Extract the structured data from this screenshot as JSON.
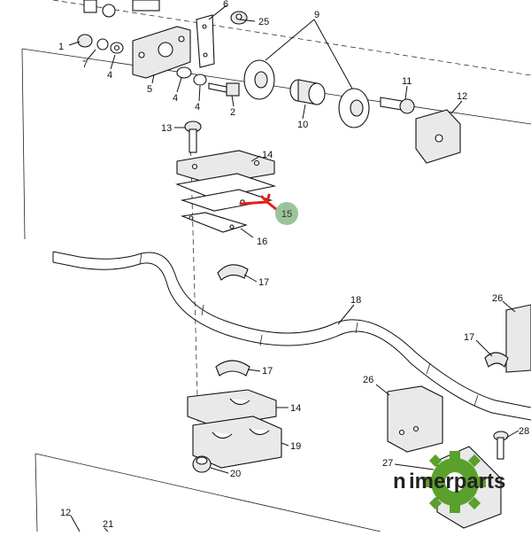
{
  "callouts": [
    {
      "id": "c1",
      "text": "1"
    },
    {
      "id": "c7",
      "text": "7"
    },
    {
      "id": "c4a",
      "text": "4"
    },
    {
      "id": "c5",
      "text": "5"
    },
    {
      "id": "c4b",
      "text": "4"
    },
    {
      "id": "c4c",
      "text": "4"
    },
    {
      "id": "c2",
      "text": "2"
    },
    {
      "id": "c25",
      "text": "25"
    },
    {
      "id": "c6",
      "text": "6"
    },
    {
      "id": "c9",
      "text": "9"
    },
    {
      "id": "c10",
      "text": "10"
    },
    {
      "id": "c11",
      "text": "11"
    },
    {
      "id": "c12a",
      "text": "12"
    },
    {
      "id": "c13",
      "text": "13"
    },
    {
      "id": "c14a",
      "text": "14"
    },
    {
      "id": "c16",
      "text": "16"
    },
    {
      "id": "c17a",
      "text": "17"
    },
    {
      "id": "c18",
      "text": "18"
    },
    {
      "id": "c26a",
      "text": "26"
    },
    {
      "id": "c17b",
      "text": "17"
    },
    {
      "id": "c17c",
      "text": "17"
    },
    {
      "id": "c14b",
      "text": "14"
    },
    {
      "id": "c19",
      "text": "19"
    },
    {
      "id": "c20",
      "text": "20"
    },
    {
      "id": "c26b",
      "text": "26"
    },
    {
      "id": "c28",
      "text": "28"
    },
    {
      "id": "c27",
      "text": "27"
    },
    {
      "id": "c12b",
      "text": "12"
    },
    {
      "id": "c21",
      "text": "21"
    }
  ],
  "highlight": {
    "text": "15",
    "color": "#e3201b",
    "badge_color": "#9cc49b"
  },
  "watermark": {
    "brand_n": "n",
    "brand_rest": "imerparts",
    "icon": "gear-icon",
    "icon_color": "#5aa02c"
  }
}
